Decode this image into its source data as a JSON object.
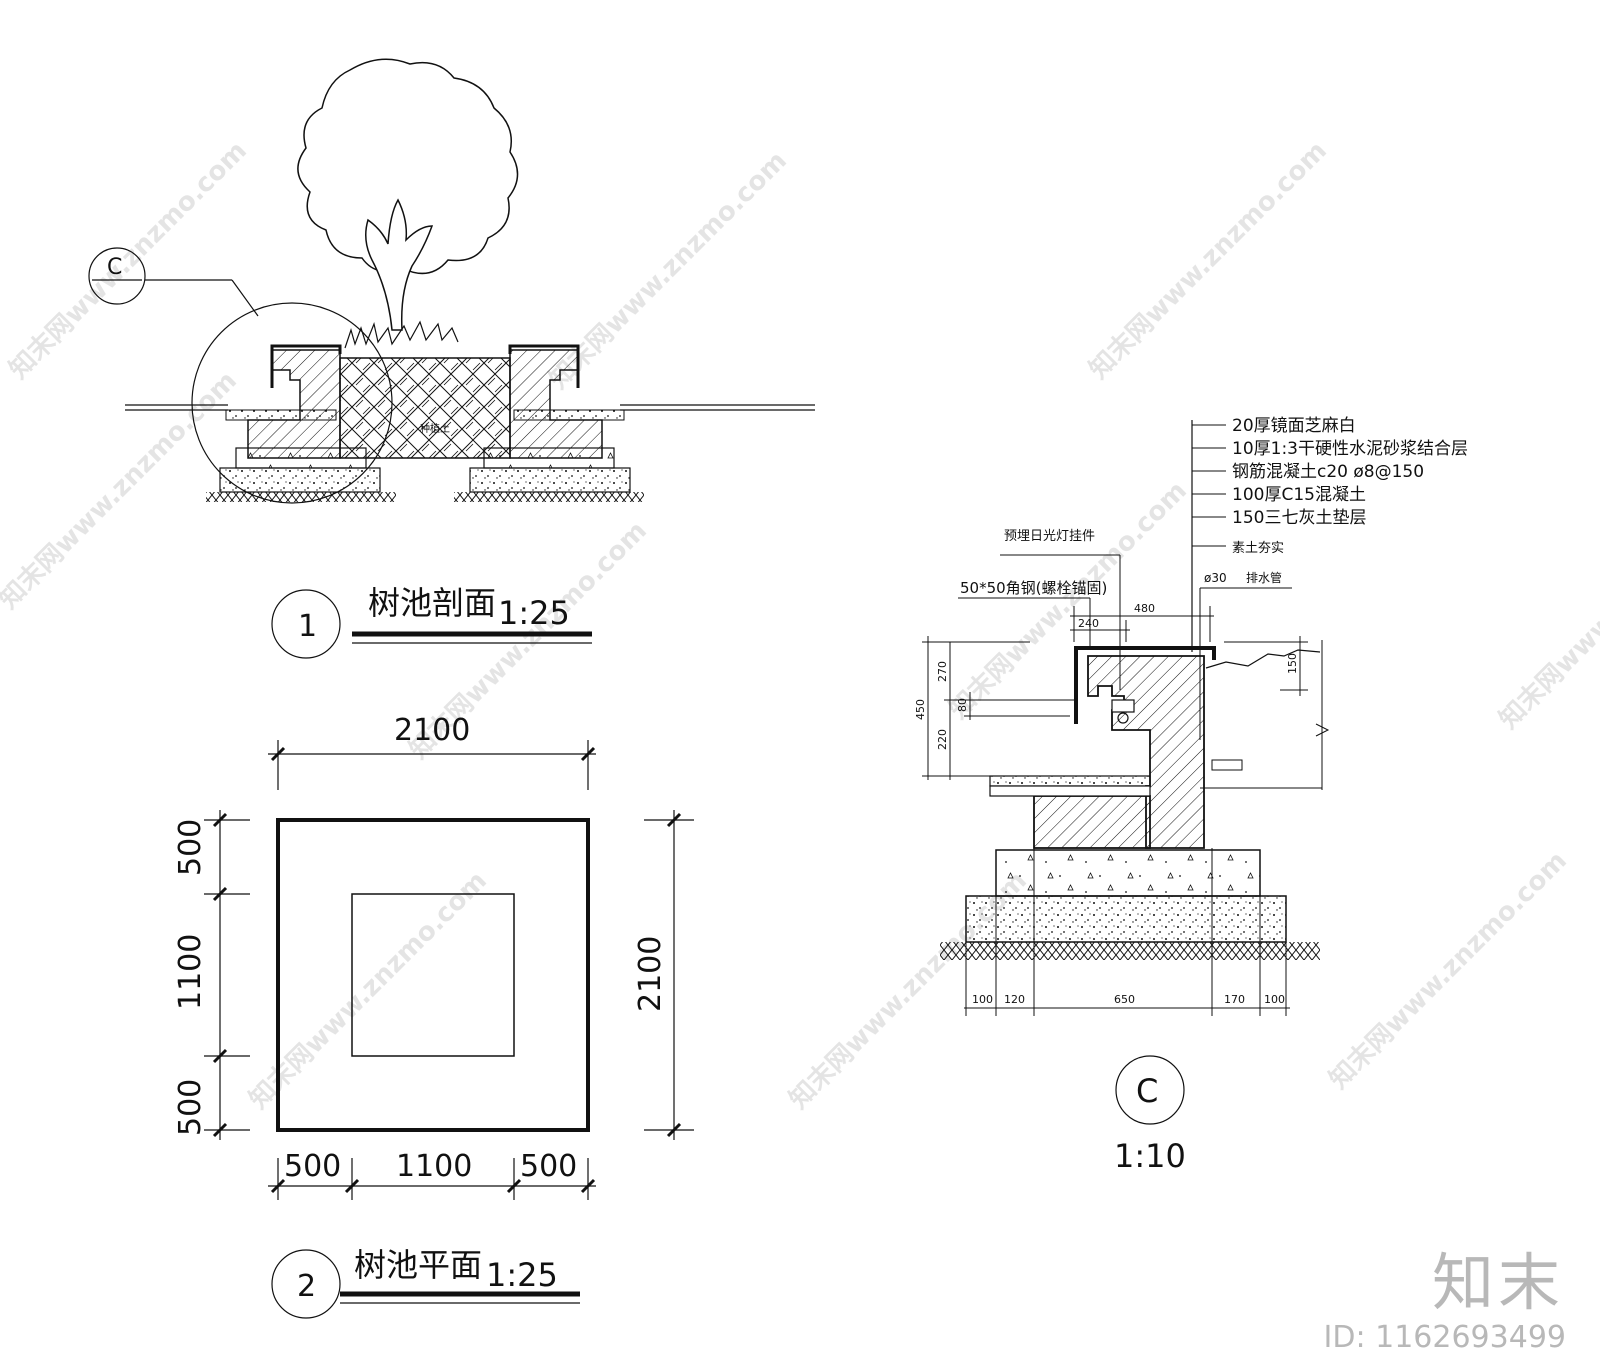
{
  "section_view": {
    "callout": "C",
    "plant_label": "种植土",
    "number": "1",
    "title": "树池剖面",
    "scale": "1:25"
  },
  "plan_view": {
    "number": "2",
    "title": "树池平面",
    "scale": "1:25",
    "dim_top_total": "2100",
    "dim_right_total": "2100",
    "dim_left": [
      "500",
      "1100",
      "500"
    ],
    "dim_bottom": [
      "500",
      "1100",
      "500"
    ]
  },
  "detail_c": {
    "callout": "C",
    "scale": "1:10",
    "layers": [
      "20厚镜面芝麻白",
      "10厚1:3干硬性水泥砂浆结合层",
      "钢筋混凝土c20 ø8@150",
      "100厚C15混凝土",
      "150三七灰土垫层",
      "素土夯实"
    ],
    "note_light": "预埋日光灯挂件",
    "note_angle": "50*50角钢(螺栓锚固)",
    "note_pipe_dia": "ø30",
    "note_pipe": "排水管",
    "dims_top": [
      "240",
      "480"
    ],
    "dims_left": [
      "270",
      "80",
      "450",
      "220"
    ],
    "dim_right": "150",
    "dims_bottom": [
      "100",
      "120",
      "650",
      "170",
      "100"
    ]
  },
  "watermark": "知末网www.znzmo.com",
  "brand": "知末",
  "doc_id": "ID: 1162693499"
}
